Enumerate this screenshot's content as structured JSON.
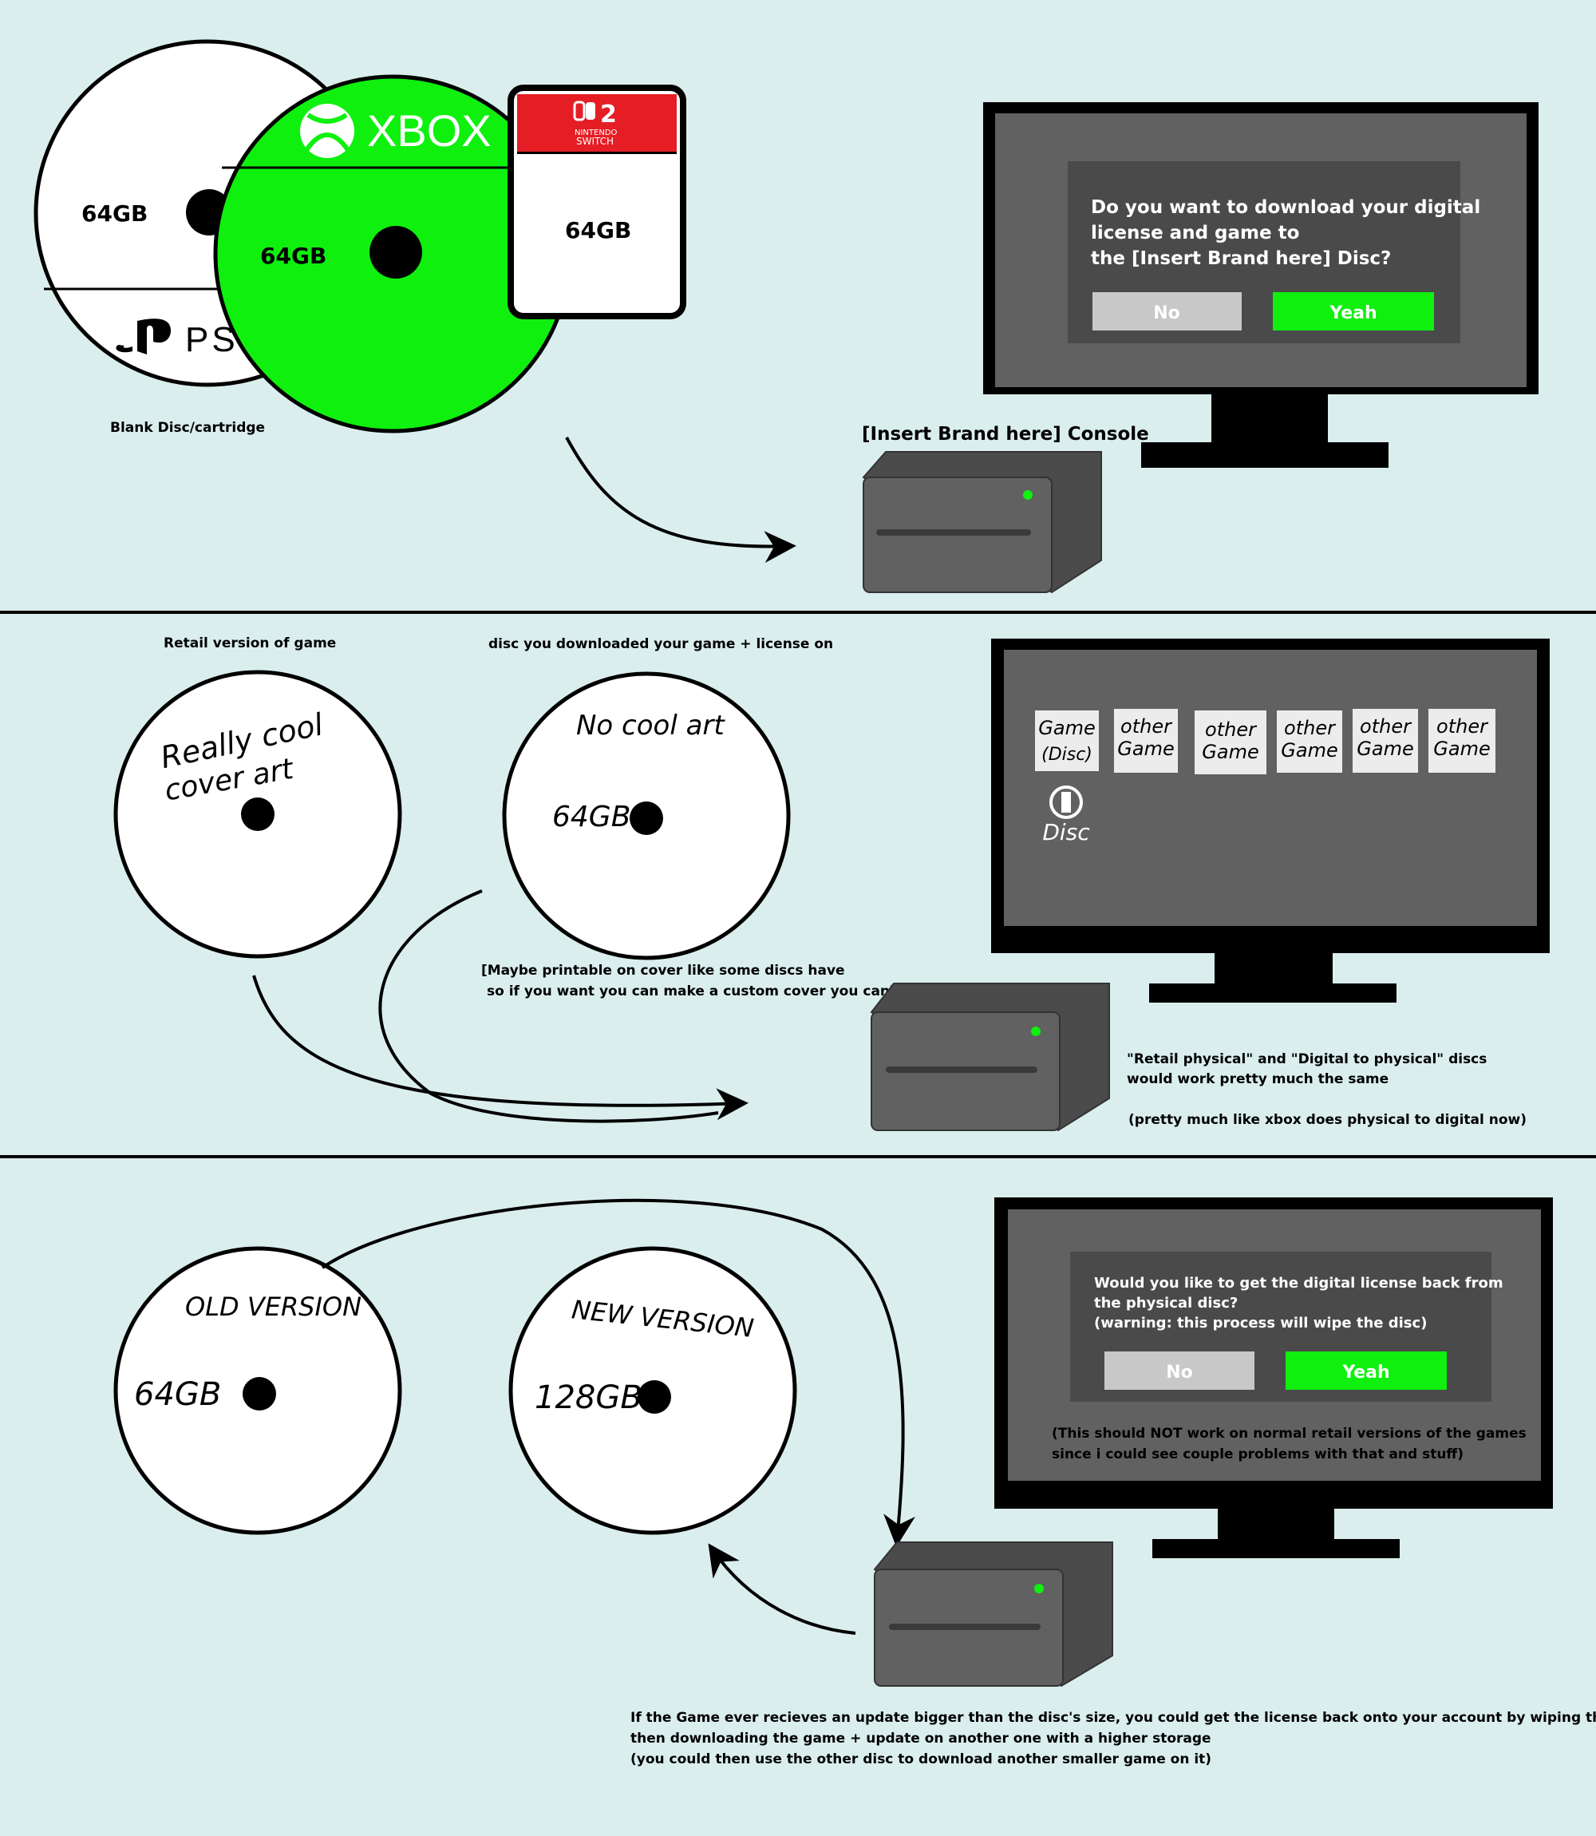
{
  "panel1": {
    "discs": {
      "ps_capacity": "64GB",
      "ps_logo_text": "PS",
      "xbox_capacity": "64GB",
      "xbox_logo_text": "XBOX",
      "switch_capacity": "64GB",
      "switch_logo_number": "2",
      "switch_logo_line1": "NINTENDO",
      "switch_logo_line2": "SWITCH",
      "caption": "Blank Disc/cartridge"
    },
    "console_label": "[Insert Brand here] Console",
    "dialog": {
      "line1": "Do you want to download your digital",
      "line2": "license and game to",
      "line3": "the [Insert Brand here] Disc?",
      "no_label": "No",
      "yes_label": "Yeah"
    },
    "colors": {
      "accent_green": "#0ff00f",
      "no_button": "#c8c8c8"
    }
  },
  "panel2": {
    "retail_label": "Retail version of game",
    "retail_disc_line1": "Really cool",
    "retail_disc_line2": "cover art",
    "digital_label": "disc you downloaded your game + license on",
    "digital_disc_art": "No cool art",
    "digital_disc_capacity": "64GB",
    "printable_note_line1": "[Maybe printable on cover like some discs have",
    "printable_note_line2": "so if you want you can make a custom cover you can]",
    "tiles": [
      {
        "line1": "Game",
        "line2": "(Disc)"
      },
      {
        "line1": "other",
        "line2": "Game"
      },
      {
        "line1": "other",
        "line2": "Game"
      },
      {
        "line1": "other",
        "line2": "Game"
      },
      {
        "line1": "other",
        "line2": "Game"
      },
      {
        "line1": "other",
        "line2": "Game"
      }
    ],
    "disc_icon_label": "Disc",
    "note_line1": "\"Retail physical\" and \"Digital to physical\" discs",
    "note_line2": "would work pretty much the same",
    "note_line3": "(pretty much like xbox does physical to digital now)"
  },
  "panel3": {
    "old_label": "OLD VERSION",
    "old_capacity": "64GB",
    "new_label": "NEW VERSION",
    "new_capacity": "128GB",
    "dialog": {
      "line1": "Would you like to get the digital license back from",
      "line2": "the physical disc?",
      "line3": "(warning: this process will wipe the disc)",
      "no_label": "No",
      "yes_label": "Yeah"
    },
    "screen_note_line1": "(This should NOT work on normal retail versions of the games",
    "screen_note_line2": "since i could see couple problems with that and stuff)",
    "bottom_line1": "If the Game ever recieves an update bigger than the disc's size, you could get the license back onto your account by wiping the disc",
    "bottom_line2": "then downloading the game + update on another one with a higher storage",
    "bottom_line3": "(you could then use the other disc to download another smaller game on it)"
  }
}
